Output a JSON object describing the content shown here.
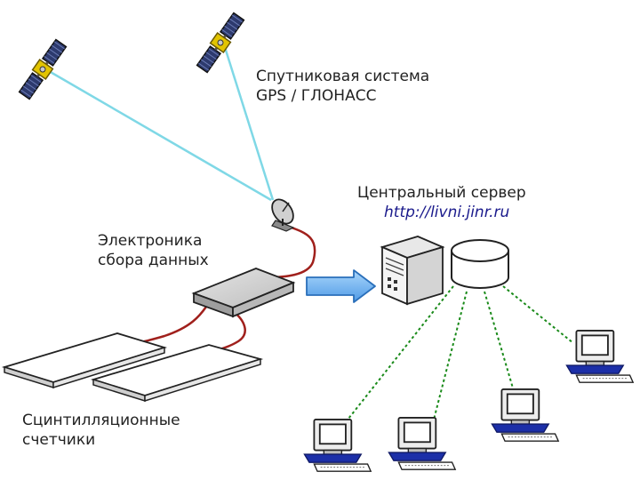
{
  "labels": {
    "satellite_system": [
      "Спутниковая система",
      "GPS / ГЛОНАСС"
    ],
    "central_server": "Центральный сервер",
    "server_url": "http://livni.jinr.ru",
    "data_electronics": [
      "Электроника",
      "сбора данных"
    ],
    "scintillation_counters": [
      "Сцинтилляционные",
      "счетчики"
    ]
  },
  "colors": {
    "satellite_link": "#7fd8e6",
    "signal_cable": "#a0201c",
    "network_link": "#1a8a1a",
    "arrow_fill": "#5aa8ef",
    "arrow_stroke": "#2a6fba",
    "workstation_base": "#1c2fa8",
    "url_text": "#1a1a8c",
    "text": "#222222"
  }
}
